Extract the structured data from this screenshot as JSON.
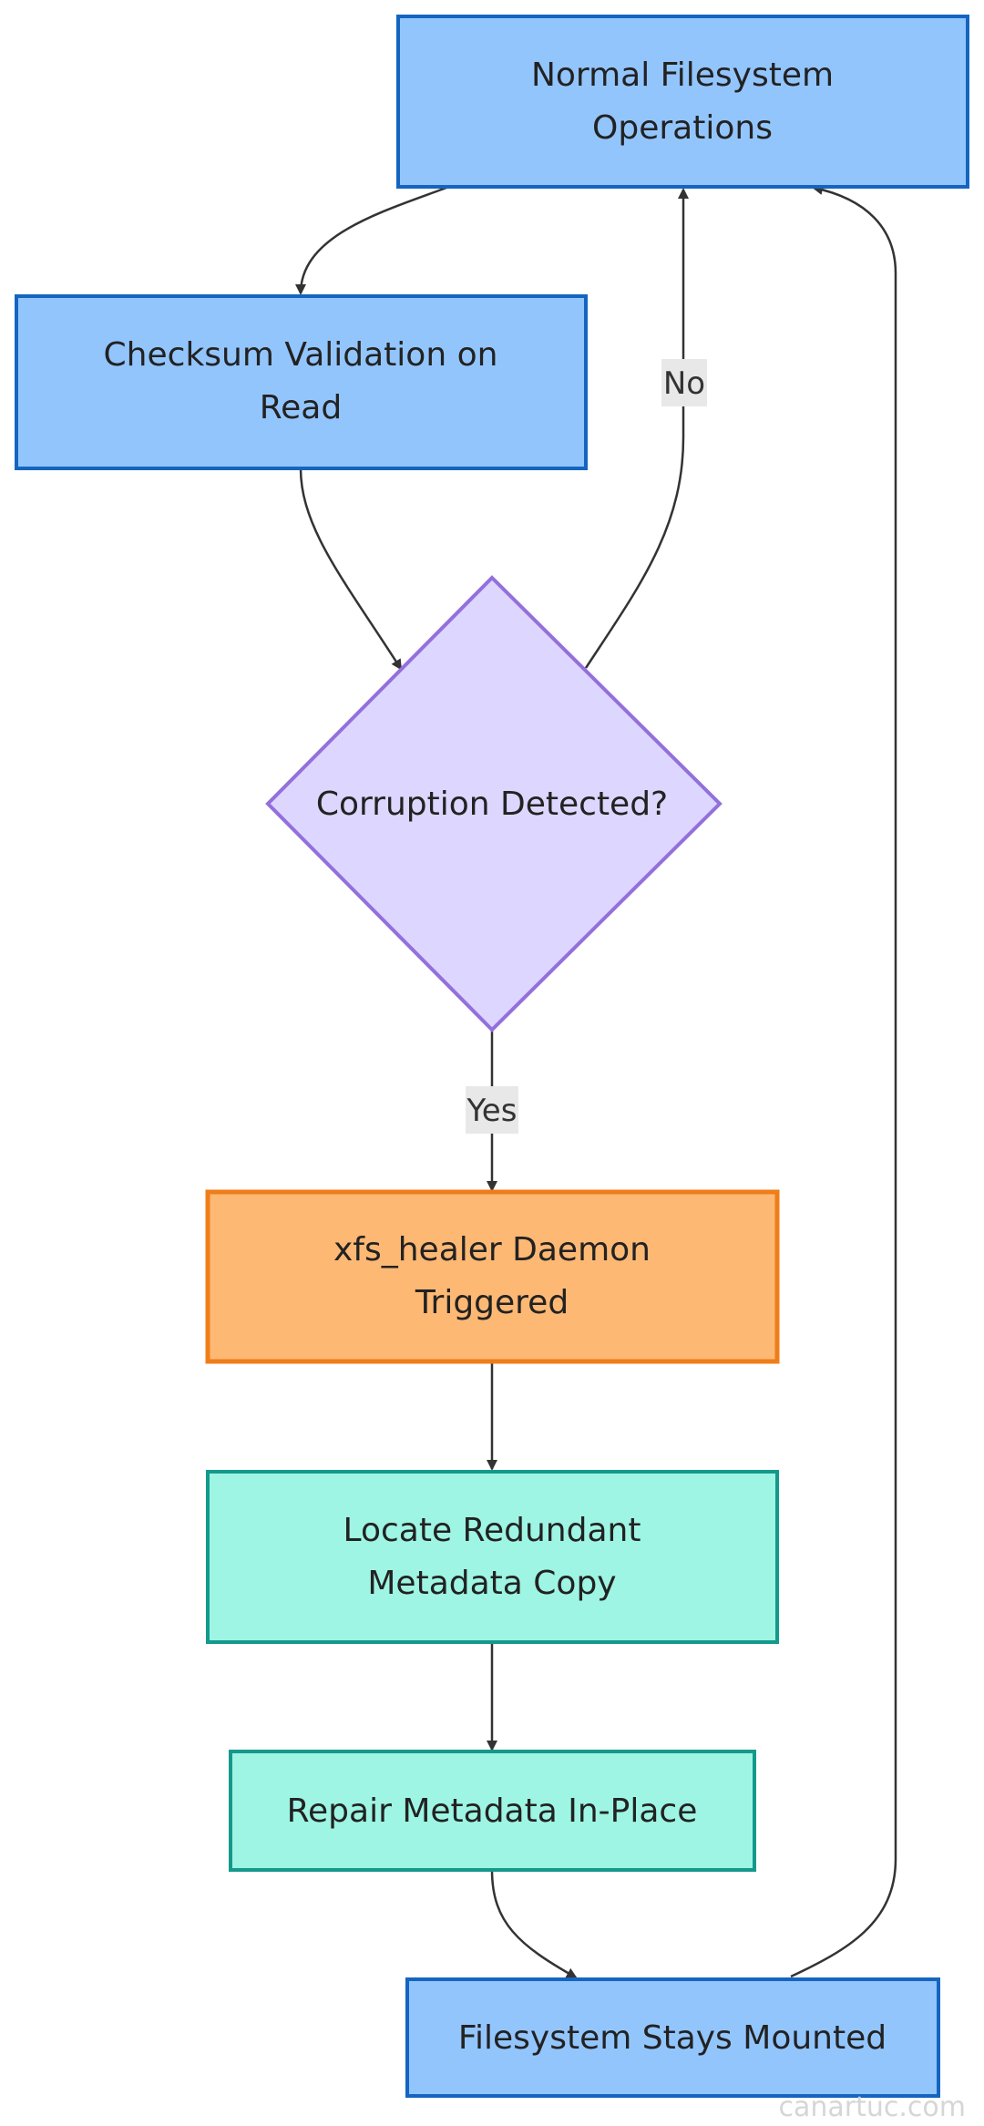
{
  "diagram": {
    "nodes": {
      "normal_ops": {
        "line1": "Normal Filesystem",
        "line2": "Operations"
      },
      "checksum": {
        "line1": "Checksum Validation on",
        "line2": "Read"
      },
      "corruption": {
        "label": "Corruption Detected?"
      },
      "healer": {
        "line1": "xfs_healer Daemon",
        "line2": "Triggered"
      },
      "locate": {
        "line1": "Locate Redundant",
        "line2": "Metadata Copy"
      },
      "repair": {
        "label": "Repair Metadata In-Place"
      },
      "mounted": {
        "label": "Filesystem Stays Mounted"
      }
    },
    "edges": {
      "no_label": "No",
      "yes_label": "Yes"
    }
  },
  "watermark": "canartuc.com",
  "colors": {
    "blue_fill": "#93c5fd",
    "blue_stroke": "#1565c0",
    "purple_fill": "#ddd6fe",
    "purple_stroke": "#9370db",
    "orange_fill": "#fdb874",
    "orange_stroke": "#ef7d1a",
    "teal_fill": "#9ef5e3",
    "teal_stroke": "#14998c",
    "edge": "#333333"
  }
}
